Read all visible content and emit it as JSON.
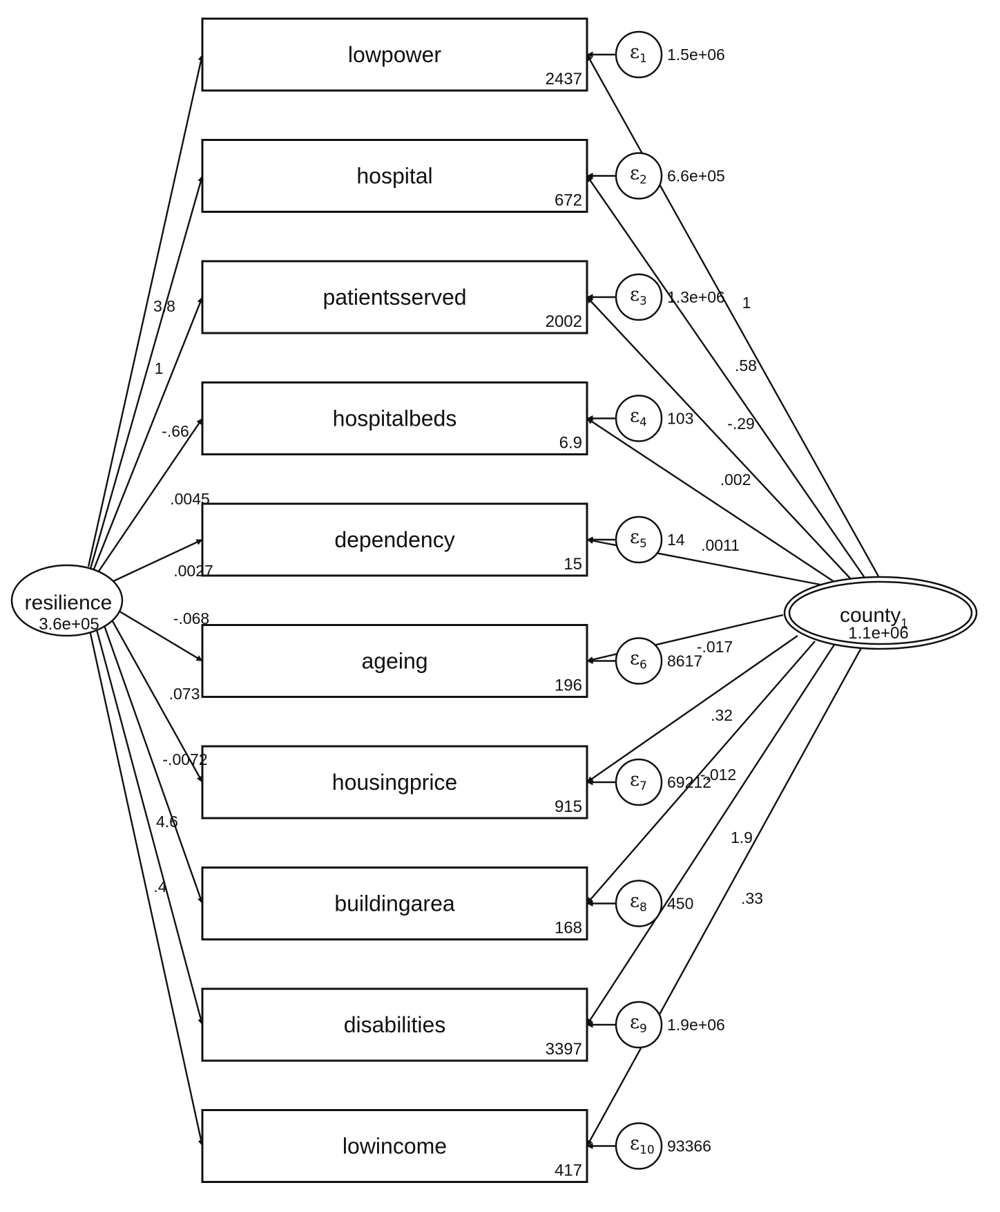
{
  "latent_left": {
    "name": "resilience",
    "variance": "3.6e+05"
  },
  "latent_right": {
    "name": "county",
    "subscript": "1",
    "variance": "1.1e+06"
  },
  "error_symbol": "ε",
  "observed": [
    {
      "name": "lowpower",
      "intercept": "2437",
      "error_index": "1",
      "error_variance": "1.5e+06",
      "loading_resilience": "3.8",
      "loading_county": "1"
    },
    {
      "name": "hospital",
      "intercept": "672",
      "error_index": "2",
      "error_variance": "6.6e+05",
      "loading_resilience": "1",
      "loading_county": ".58"
    },
    {
      "name": "patientsserved",
      "intercept": "2002",
      "error_index": "3",
      "error_variance": "1.3e+06",
      "loading_resilience": "-.66",
      "loading_county": "-.29"
    },
    {
      "name": "hospitalbeds",
      "intercept": "6.9",
      "error_index": "4",
      "error_variance": "103",
      "loading_resilience": ".0045",
      "loading_county": ".002"
    },
    {
      "name": "dependency",
      "intercept": "15",
      "error_index": "5",
      "error_variance": "14",
      "loading_resilience": ".0027",
      "loading_county": ".0011"
    },
    {
      "name": "ageing",
      "intercept": "196",
      "error_index": "6",
      "error_variance": "8617",
      "loading_resilience": "-.068",
      "loading_county": "-.017"
    },
    {
      "name": "housingprice",
      "intercept": "915",
      "error_index": "7",
      "error_variance": "69212",
      "loading_resilience": ".073",
      "loading_county": ".32"
    },
    {
      "name": "buildingarea",
      "intercept": "168",
      "error_index": "8",
      "error_variance": "450",
      "loading_resilience": "-.0072",
      "loading_county": "-.012"
    },
    {
      "name": "disabilities",
      "intercept": "3397",
      "error_index": "9",
      "error_variance": "1.9e+06",
      "loading_resilience": "4.6",
      "loading_county": "1.9"
    },
    {
      "name": "lowincome",
      "intercept": "417",
      "error_index": "10",
      "error_variance": "93366",
      "loading_resilience": ".4",
      "loading_county": ".33"
    }
  ]
}
